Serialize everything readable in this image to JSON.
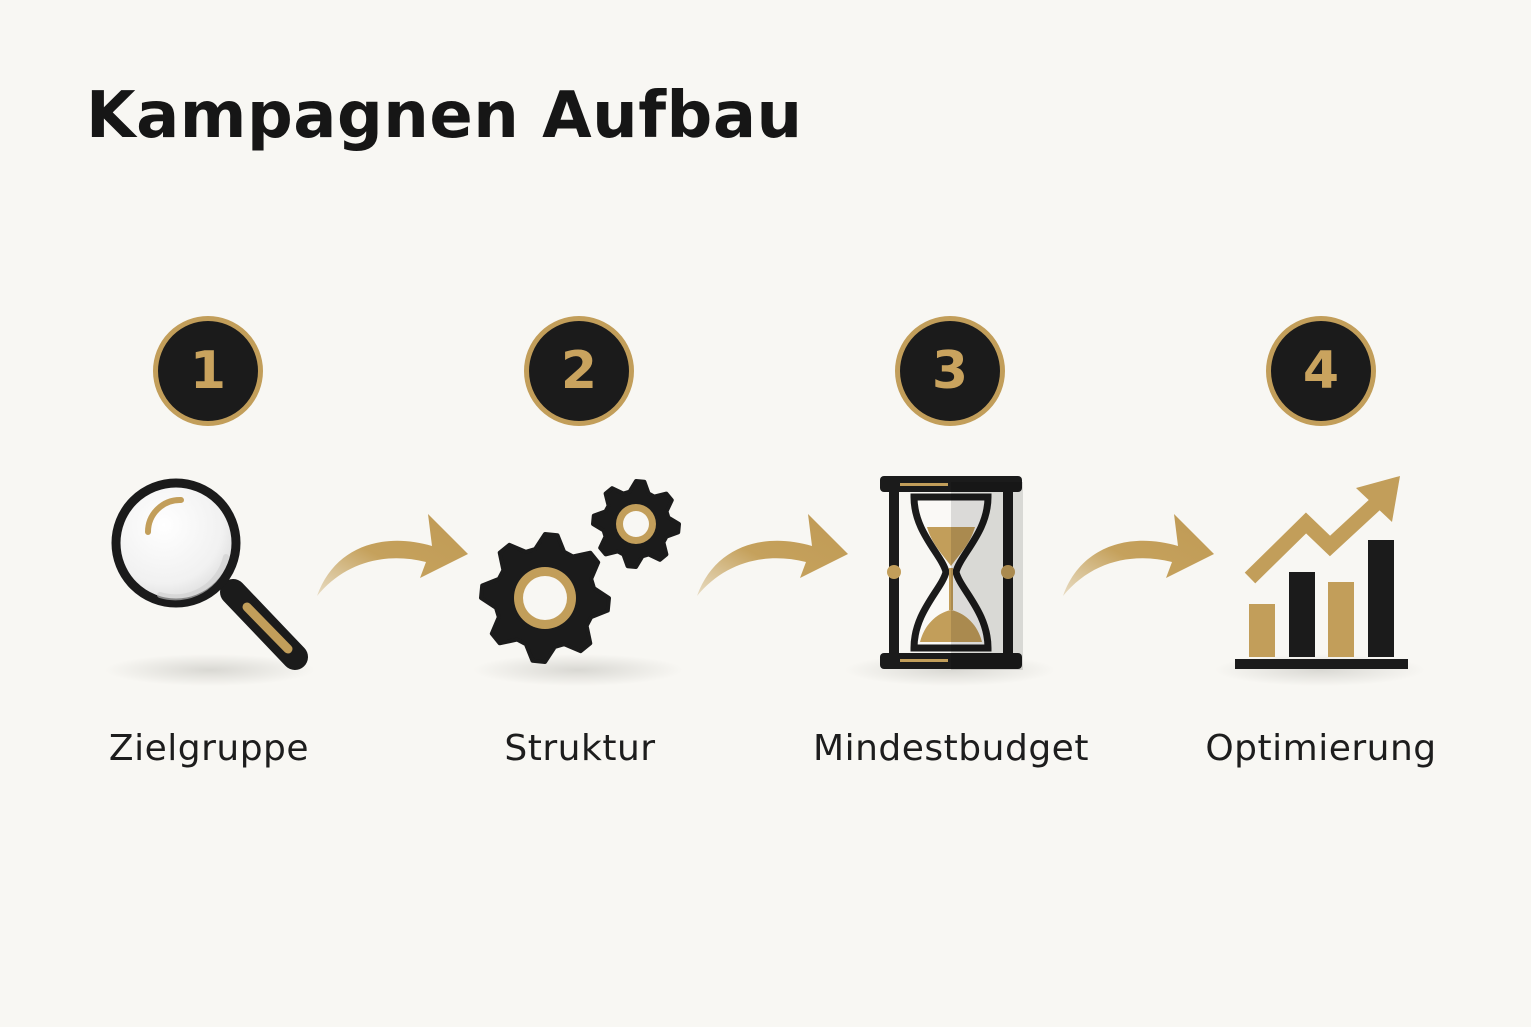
{
  "title": "Kampagnen Aufbau",
  "steps": [
    {
      "number": "1",
      "label": "Zielgruppe",
      "icon": "magnifier-icon"
    },
    {
      "number": "2",
      "label": "Struktur",
      "icon": "gears-icon"
    },
    {
      "number": "3",
      "label": "Mindestbudget",
      "icon": "hourglass-icon"
    },
    {
      "number": "4",
      "label": "Optimierung",
      "icon": "growth-chart-icon"
    }
  ],
  "colors": {
    "background": "#f8f7f3",
    "dark": "#1b1b1b",
    "gold": "#c29e5a",
    "text": "#1d1d1d"
  }
}
